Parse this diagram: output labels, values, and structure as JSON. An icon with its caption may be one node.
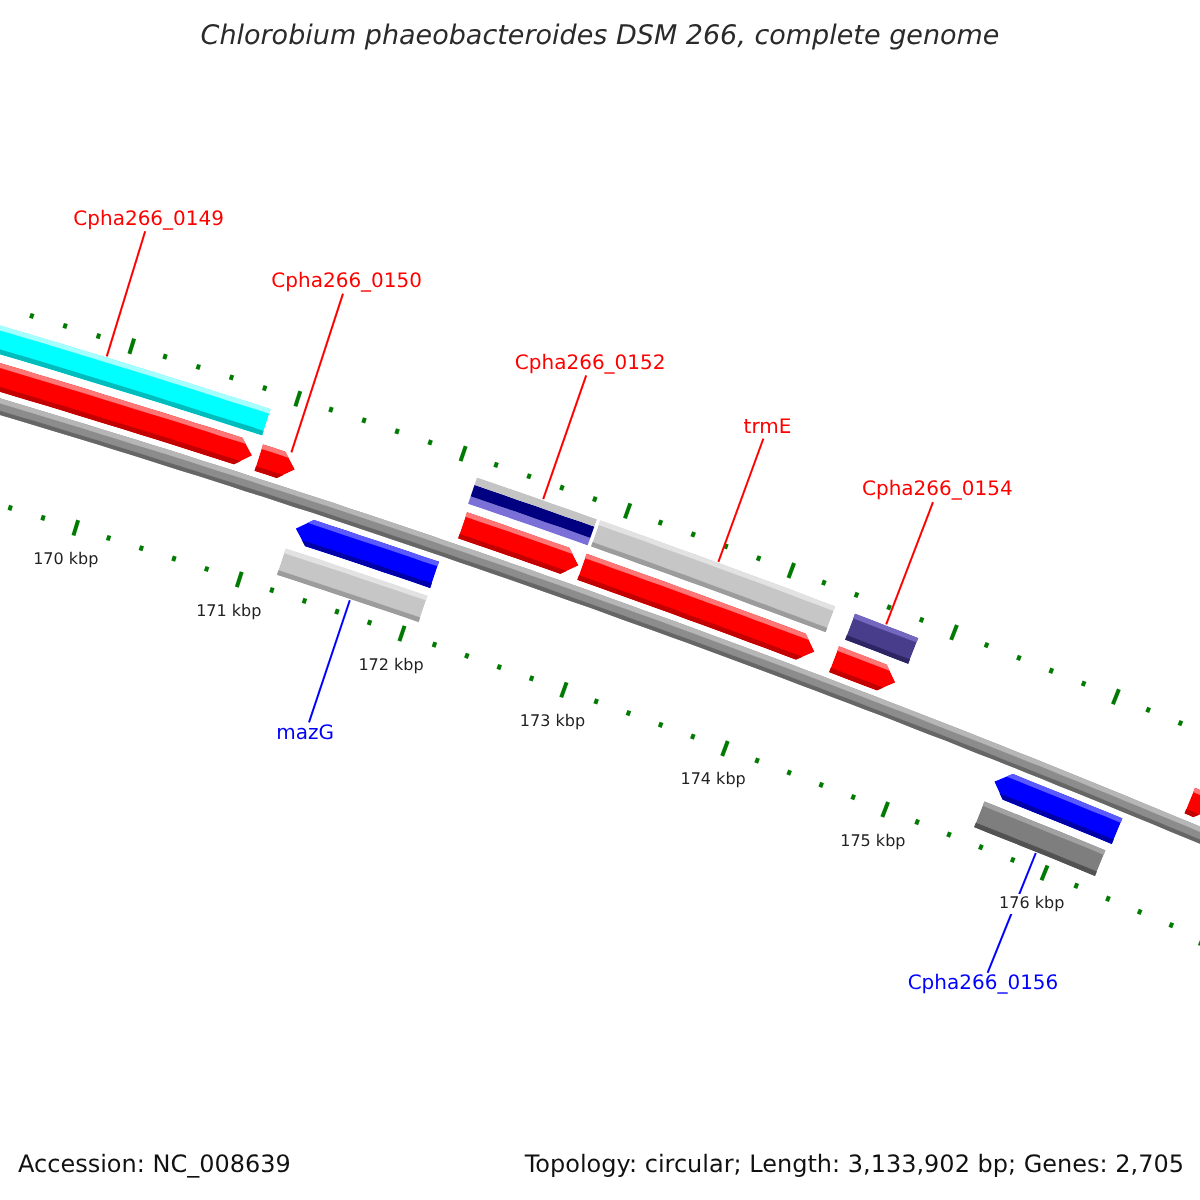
{
  "diagram": {
    "title": "Chlorobium phaeobacteroides DSM 266, complete genome",
    "nodes": [
      {
        "text": [
          "Cpha266_0149"
        ]
      },
      {
        "text": [
          "Cpha266_0150"
        ]
      },
      {
        "text": [
          "Cpha266_0152"
        ]
      },
      {
        "text": [
          "trmE"
        ]
      },
      {
        "text": [
          "Cpha266_0154"
        ]
      },
      {
        "text": [
          "mazG"
        ]
      },
      {
        "text": [
          "Cpha266_0156"
        ]
      },
      {
        "text": [],
        "shape": "bar"
      },
      {
        "text": [],
        "shape": "pentagon"
      },
      {
        "text": [],
        "shape": "pentagon"
      },
      {
        "text": [],
        "shape": "pentagon"
      },
      {
        "text": [],
        "shape": "bar"
      },
      {
        "text": [],
        "shape": "bar"
      },
      {
        "text": [],
        "shape": "pentagon"
      },
      {
        "text": [],
        "shape": "bar"
      },
      {
        "text": [],
        "shape": "pentagon"
      },
      {
        "text": [],
        "shape": "pentagon"
      },
      {
        "text": [],
        "shape": "bar"
      },
      {
        "text": [],
        "shape": "pentagon"
      },
      {
        "text": [],
        "shape": "bar"
      },
      {
        "text": [],
        "shape": "pentagon"
      }
    ],
    "edges": [
      {
        "from": 0,
        "to": 7,
        "arrow": "none"
      },
      {
        "from": 1,
        "to": 9,
        "arrow": "none"
      },
      {
        "from": 2,
        "to": 12,
        "arrow": "none"
      },
      {
        "from": 3,
        "to": 14,
        "arrow": "none"
      },
      {
        "from": 4,
        "to": 17,
        "arrow": "none"
      },
      {
        "from": 5,
        "to": 11,
        "arrow": "none",
        "color": "#0000ff"
      },
      {
        "from": 6,
        "to": 19,
        "arrow": "none",
        "color": "#0000ff"
      }
    ],
    "labels": [
      "170 kbp",
      "171 kbp",
      "172 kbp",
      "173 kbp",
      "174 kbp",
      "175 kbp",
      "176 kbp",
      "Accession: NC_008639",
      "Topology: circular; Length: 3,133,902 bp; Genes: 2,705"
    ]
  }
}
